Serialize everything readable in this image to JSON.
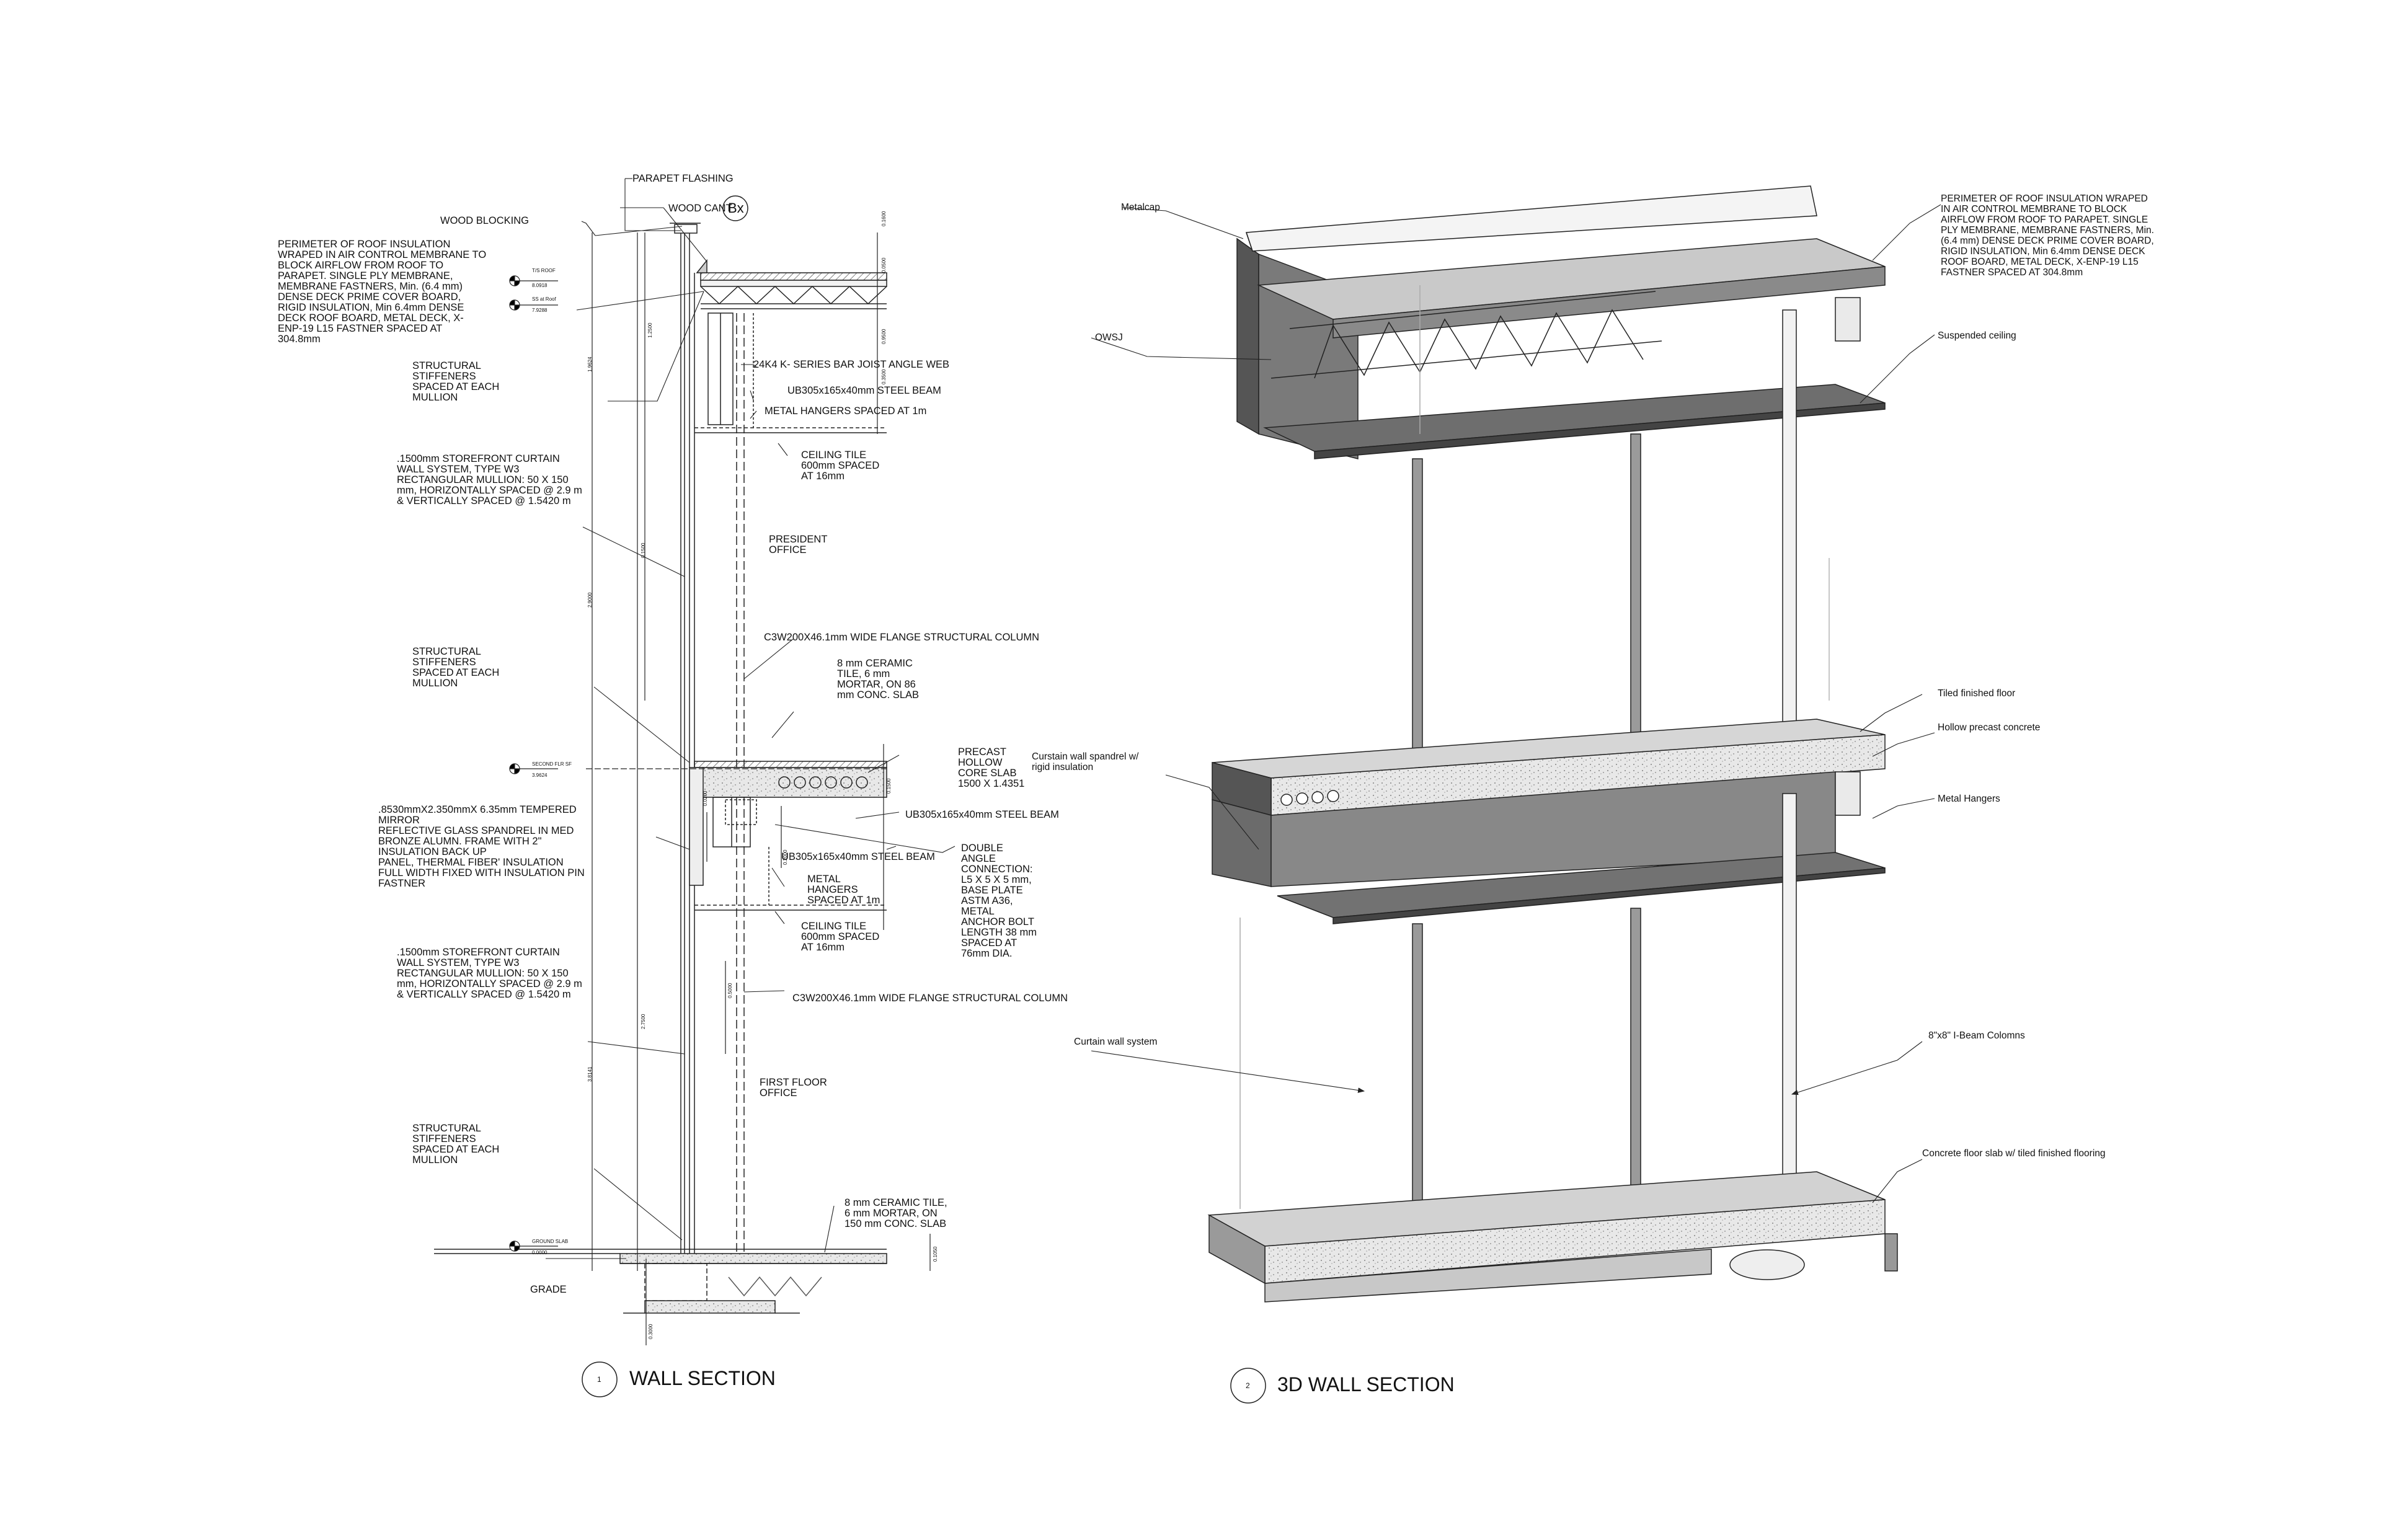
{
  "section_1": {
    "title": "WALL SECTION",
    "tag_number": "1",
    "detail_tag": "Bx",
    "notes": {
      "parapet_flashing": "PARAPET FLASHING",
      "wood_cant": "WOOD CANT",
      "wood_blocking": "WOOD BLOCKING",
      "roof_insulation": "PERIMETER OF ROOF INSULATION\nWRAPED IN AIR CONTROL MEMBRANE TO\nBLOCK AIRFLOW FROM ROOF TO\nPARAPET. SINGLE PLY MEMBRANE,\nMEMBRANE FASTNERS, Min. (6.4 mm)\nDENSE DECK PRIME COVER BOARD,\nRIGID INSULATION, Min 6.4mm DENSE\nDECK ROOF BOARD, METAL DECK, X-\nENP-19 L15 FASTNER SPACED AT\n304.8mm",
      "stiffeners_1": "STRUCTURAL\nSTIFFENERS\nSPACED AT EACH\nMULLION",
      "joist": "24K4 K- SERIES BAR JOIST ANGLE WEB",
      "beam_top": "UB305x165x40mm STEEL BEAM",
      "hangers_top": "METAL HANGERS SPACED AT 1m",
      "ceiling_top": "CEILING TILE\n600mm SPACED\nAT 16mm",
      "curtain_upper": ".1500mm STOREFRONT CURTAIN\nWALL SYSTEM, TYPE W3\nRECTANGULAR MULLION: 50 X 150\nmm, HORIZONTALLY SPACED @ 2.9 m\n& VERTICALLY SPACED @ 1.5420 m",
      "president_office": "PRESIDENT\nOFFICE",
      "column_upper": "C3W200X46.1mm WIDE FLANGE STRUCTURAL COLUMN",
      "stiffeners_2": "STRUCTURAL\nSTIFFENERS\nSPACED AT EACH\nMULLION",
      "ceramic_upper": "8 mm CERAMIC\nTILE, 6 mm\nMORTAR, ON 86\nmm CONC. SLAB",
      "precast": "PRECAST\nHOLLOW\nCORE SLAB\n1500 X 1.4351",
      "beam_mid_right": "UB305x165x40mm STEEL BEAM",
      "spandrel": ".8530mmX2.350mmX 6.35mm TEMPERED\nMIRROR\nREFLECTIVE GLASS SPANDREL IN MED\nBRONZE ALUMN. FRAME WITH 2\"\nINSULATION BACK UP\nPANEL, THERMAL FIBER' INSULATION\nFULL WIDTH FIXED WITH INSULATION PIN\nFASTNER",
      "beam_mid_left": "UB305x165x40mm STEEL BEAM",
      "double_angle": "DOUBLE\nANGLE\nCONNECTION:\nL5 X 5 X 5 mm,\nBASE PLATE\nASTM A36,\nMETAL\nANCHOR BOLT\nLENGTH 38 mm\nSPACED AT\n76mm DIA.",
      "hangers_mid": "METAL\nHANGERS\nSPACED AT 1m",
      "ceiling_mid": "CEILING TILE\n600mm SPACED\nAT 16mm",
      "curtain_lower": ".1500mm STOREFRONT CURTAIN\nWALL SYSTEM, TYPE W3\nRECTANGULAR MULLION: 50 X 150\nmm, HORIZONTALLY SPACED @ 2.9 m\n& VERTICALLY SPACED @ 1.5420 m",
      "column_lower": "C3W200X46.1mm WIDE FLANGE STRUCTURAL COLUMN",
      "first_floor_office": "FIRST FLOOR\nOFFICE",
      "stiffeners_3": "STRUCTURAL\nSTIFFENERS\nSPACED AT EACH\nMULLION",
      "ceramic_lower": "8 mm CERAMIC TILE,\n6 mm MORTAR, ON\n150 mm CONC. SLAB",
      "grade": "GRADE"
    },
    "levels": {
      "tos_roof_name": "T/S ROOF",
      "tos_roof_value": "8.0918",
      "roof_name": "SS at Roof",
      "roof_value": "7.9288",
      "second_name": "SECOND FLR SF",
      "second_value": "3.9624",
      "ground_name": "GROUND SLAB",
      "ground_value": "0.0000"
    },
    "dims": {
      "d1": "0.1600",
      "d2": "0.0500",
      "d3": "1.2500",
      "d4": "1.9624",
      "d5": "2.9000",
      "d6": "0.9500",
      "d7": "0.3500",
      "d8": "0.1500",
      "d9": "0.0200",
      "d10": "2.7500",
      "d11": "3.8141",
      "d12": "0.1050",
      "d13": "0.2000",
      "d14": "0.1500",
      "d15": "0.5000",
      "d16": "0.3000"
    }
  },
  "section_2": {
    "title": "3D WALL SECTION",
    "tag_number": "2",
    "labels": {
      "metalcap": "Metalcap",
      "owsj": "OWSJ",
      "roof_insulation": "PERIMETER OF ROOF INSULATION WRAPED\nIN AIR CONTROL MEMBRANE TO BLOCK\nAIRFLOW FROM ROOF TO PARAPET. SINGLE\nPLY MEMBRANE, MEMBRANE FASTNERS, Min.\n(6.4 mm) DENSE DECK PRIME COVER BOARD,\nRIGID INSULATION, Min 6.4mm DENSE DECK\nROOF BOARD, METAL DECK, X-ENP-19 L15\nFASTNER SPACED AT 304.8mm",
      "suspended_ceiling": "Suspended ceiling",
      "tiled_floor": "Tiled finished floor",
      "hollow_precast": "Hollow precast concrete",
      "spandrel": "Curstain wall spandrel w/\nrigid insulation",
      "metal_hangers": "Metal Hangers",
      "curtain_wall": "Curtain wall system",
      "i_beam": "8\"x8\" I-Beam Colomns",
      "floor_slab": "Concrete floor slab w/ tiled finished flooring"
    }
  }
}
